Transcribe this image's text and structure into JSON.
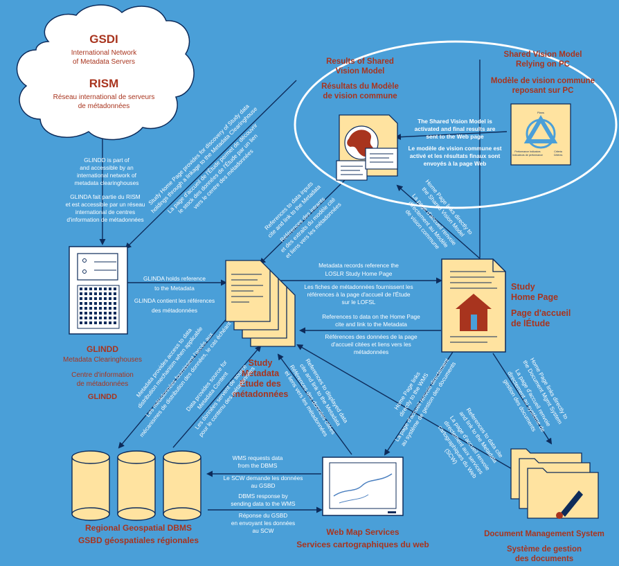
{
  "nodes": {
    "gsdi": {
      "title": "GSDI",
      "sub1": "International Network",
      "sub2": "of Metadata Servers",
      "title_fr": "RISM",
      "fr1": "Réseau international de serveurs",
      "fr2": "de métadonnées"
    },
    "results": {
      "en1": "Results of Shared",
      "en2": "Vision Model",
      "fr1": "Résultats du Modèle",
      "fr2": "de vision commune"
    },
    "svm": {
      "en1": "Shared Vision Model",
      "en2": "Relying on PC",
      "fr1": "Modèle de vision commune",
      "fr2": "reposant sur PC",
      "plans": "Plans",
      "perf_en": "Performance Indicators",
      "perf_fr": "Indicateurs de performance",
      "crit_en": "Criteria",
      "crit_fr": "Critères"
    },
    "glindd": {
      "title": "GLINDD",
      "sub": "Metadata Clearinghouses",
      "fr1": "Centre d'information",
      "fr2": "de métadonnées",
      "fr3": "GLINDD"
    },
    "study_metadata": {
      "en1": "Study",
      "en2": "Metadata",
      "fr1": "Étude des",
      "fr2": "métadonnées"
    },
    "study_home": {
      "en1": "Study",
      "en2": "Home Page",
      "fr1": "Page d'accueil",
      "fr2": "de lÉtude"
    },
    "dbms": {
      "en": "Regional Geospatial DBMS",
      "fr": "GSBD géospatiales régionales"
    },
    "wms": {
      "en": "Web Map Services",
      "fr": "Services cartographiques du web"
    },
    "dms": {
      "en": "Document Management System",
      "fr1": "Système de gestion",
      "fr2": "des documents"
    }
  },
  "labels": {
    "glindd_part": [
      "GLINDD is part of",
      "and accessible by an",
      "international network of",
      "metadata clearinghouses"
    ],
    "glindd_part_fr": [
      "GLINDA fait partie du RISM",
      "et est accessible par un réseau",
      "international de centres",
      "d'information de métadonnées"
    ],
    "svm_activated": [
      "The Shared Vision Model is",
      "activated and final results are",
      "sent to the Web page"
    ],
    "svm_activated_fr": [
      "Le modèle de vision commune est",
      "activé et les résultats finaux sont",
      "envoyés à la page Web"
    ],
    "glinda_holds": [
      "GLINDA holds reference",
      "to the Metadata"
    ],
    "glinda_holds_fr": [
      "GLINDA contient les références",
      "des métadonnées"
    ],
    "records_ref": [
      "Metadata records reference the",
      "LOSLR Study Home Page"
    ],
    "records_ref_fr": [
      "Les fiches de métadonnées fournissent les",
      "références à la page d'accueil de l'Étude",
      "sur le LOFSL"
    ],
    "refs_home": [
      "References to data on the Home Page",
      "cite and link to the Metadata"
    ],
    "refs_home_fr": [
      "Références des données de la page",
      "d'accueil citées et liens vers les",
      "métadonnées"
    ],
    "wms_requests": [
      "WMS requests data",
      "from the DBMS"
    ],
    "wms_requests_fr": [
      "Le SCW demande les données",
      "au GSBD"
    ],
    "dbms_response": [
      "DBMS response by",
      "sending data to the WMS"
    ],
    "dbms_response_fr": [
      "Réponse du GSBD",
      "en envoyant les données",
      "au SCW"
    ],
    "diag_study_home": [
      "Study Home Page provides for discovery of Study data",
      "holdings through a linkage to the Metadata Clearinghouse"
    ],
    "diag_study_home_fr": [
      "La page d'accueil de l'Étude permet de découvrir",
      "le stock des données de l'Étude par un lien",
      "vers le centre des métadonnées"
    ],
    "diag_refs_inputs": [
      "References to data inputs",
      "cite and link to the Metadata"
    ],
    "diag_refs_inputs_fr": [
      "Références des intrants",
      "et des extraits du modèle cité",
      "et liens vers les métadonnées"
    ],
    "diag_home_svm": [
      "Home Page links directly to",
      "the Shared Vision Model"
    ],
    "diag_home_svm_fr": [
      "La page d'accueil renvoie",
      "directement au Modèle",
      "de vision commune"
    ],
    "diag_meta_access": [
      "Metadata provides access to data",
      "distribution mechanism when applicable"
    ],
    "diag_meta_access_fr": [
      "Les métadonnées fournissent l'accès aux",
      "mécanismes de distribution des données, le cas échéant"
    ],
    "diag_data_source": [
      "Data provides source for",
      "Metadata Content"
    ],
    "diag_data_source_fr": [
      "Les données servent de source",
      "pour le contenu des métadonnées"
    ],
    "diag_displayed": [
      "References to displayed data",
      "cite and link to the Metadata"
    ],
    "diag_displayed_fr": [
      "Références des données citées",
      "et liens vers les métadonnées"
    ],
    "diag_home_wms": [
      "Home Page links",
      "directly to the WMS"
    ],
    "diag_home_wms_fr": [
      "La page d'accueil renvoie directement",
      "au système de gestion des documents"
    ],
    "diag_refs_cite": [
      "References to data cite",
      "and link to the Metadata"
    ],
    "diag_refs_cite_fr": [
      "La page d'accueil renvoie",
      "directement aux services",
      "cartographiques du Web",
      "(SCW)"
    ],
    "diag_home_dms": [
      "Home Page links directly to",
      "the Document Mgmt System"
    ],
    "diag_home_dms_fr": [
      "La page d'accueil renvoie",
      "directement au système de",
      "gestion des documents"
    ]
  }
}
